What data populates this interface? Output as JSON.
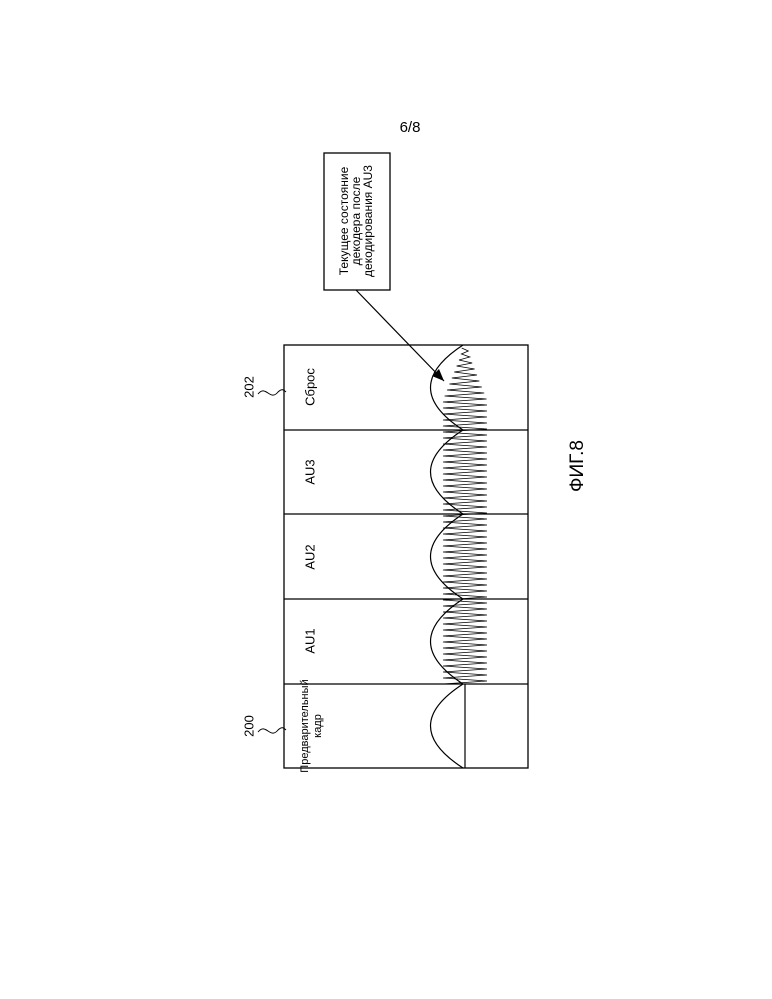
{
  "page_number": "6/8",
  "figure_label": "ФИГ.8",
  "callout": {
    "line1": "Текущее состояние",
    "line2": "декодера после",
    "line3": "декодирования AU3"
  },
  "frames": [
    {
      "id": "preliminary",
      "line1": "Предварительный",
      "line2": "кадр"
    },
    {
      "id": "au1",
      "line1": "AU1"
    },
    {
      "id": "au2",
      "line1": "AU2"
    },
    {
      "id": "au3",
      "line1": "AU3"
    },
    {
      "id": "reset",
      "line1": "Сброс"
    }
  ],
  "refs": {
    "preliminary": "200",
    "reset": "202"
  }
}
